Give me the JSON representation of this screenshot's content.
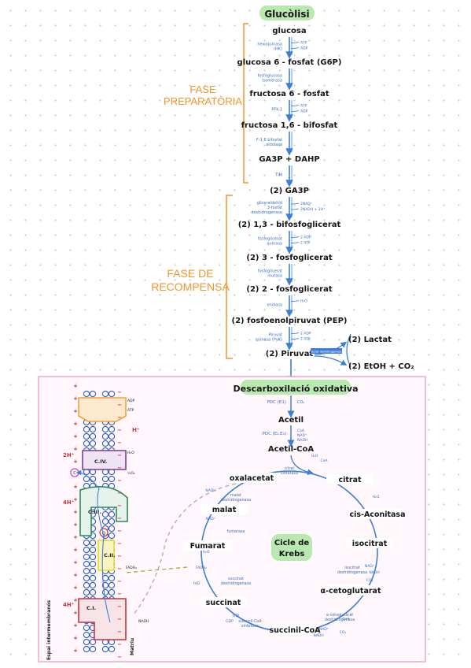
{
  "glycolysis": {
    "title": "Glucòlisi",
    "phase_prep": [
      "FASE",
      "PREPARATÒRIA"
    ],
    "phase_pay": [
      "FASE DE",
      "RECOMPENSA"
    ],
    "metabolites": [
      "glucosa",
      "glucosa 6 - fosfat (G6P)",
      "fructosa 6 - fosfat",
      "fructosa 1,6 - bifosfat",
      "GA3P + DAHP",
      "(2) GA3P",
      "(2) 1,3 - bifosfoglicerat",
      "(2) 3 - fosfoglicerat",
      "(2) 2 - fosfoglicerat",
      "(2) fosfoenolpiruvat (PEP)",
      "(2) Piruvat"
    ],
    "enzymes": [
      "hexoquinasa (HK)",
      "fosfoglucosa isomerasa",
      "PFK-1",
      "F-1,6 bifosfat aldolasa",
      "TIM",
      "gliceraldehid 3-fosfat deshidrogenasa",
      "fosfoglicerat quinasa",
      "fosfoglicerat mutasa",
      "enolasa",
      "Piruvat quinasa (PyK)"
    ],
    "side_labels": [
      [
        "ATP",
        "ADP"
      ],
      [],
      [
        "ATP",
        "ADP"
      ],
      [],
      [],
      [
        "2NAD⁺",
        "2NADH + 2H⁺"
      ],
      [
        "2 ADP",
        "2 ATP"
      ],
      [],
      [
        "H₂O"
      ],
      [
        "2 ADP",
        "2 ATP"
      ]
    ],
    "fermentation": {
      "lactate": "(2) Lactat",
      "ethanol": "(2) EtOH + CO₂",
      "enzyme": "lactat deshidrogenasa"
    }
  },
  "oxidative": {
    "title": "Descarboxilació oxidativa",
    "enzyme_pdc": "PDC (E1)",
    "co2": "CO₂",
    "acetil": "Acetil",
    "acetil_coa": "Acetil-CoA",
    "enzyme_pdc2": "PDC (E₂,E₃)",
    "side": [
      "CoA",
      "NAD⁺",
      "NADH"
    ]
  },
  "krebs": {
    "title": [
      "Cicle de",
      "Krebs"
    ],
    "metabolites": [
      "citrat",
      "cis-Aconitasa",
      "isocitrat",
      "α-cetoglutarat",
      "succinil-CoA",
      "succinat",
      "Fumarat",
      "malat",
      "oxalacetat"
    ],
    "enzymes": [
      "citrat sintetasa",
      "isocitrat deshidrogenasa",
      "α-cetoglutarat deshidrogenasa",
      "succinil-CoA sintetasa",
      "succinat deshidrogenasa",
      "fumarasa",
      "malat deshidrogenasa"
    ],
    "cofactors": [
      "H₂O",
      "CoA",
      "H₂O",
      "NAD⁺",
      "NADH",
      "CO₂",
      "CoA",
      "NAD⁺",
      "NADH",
      "CO₂",
      "GTP",
      "GDP",
      "FAD",
      "FADH₂",
      "H₂O",
      "NAD⁺",
      "NADH"
    ]
  },
  "etc": {
    "complexes": [
      "C.I.",
      "C.II.",
      "C.III.",
      "C.IV."
    ],
    "protons": [
      "4H⁺",
      "4H⁺",
      "2H⁺",
      "H⁺"
    ],
    "labels": {
      "intermembrane": "Espai intermembranós",
      "matrix": "Matriu",
      "nadh": "NADH",
      "fadh": "FADH₂",
      "q": "Q",
      "c": "C",
      "o2": "½O₂",
      "h2o": "H₂O",
      "adp": "ADP",
      "atp": "ATP"
    },
    "colors": {
      "c1": "#c8323c",
      "c2": "#e9d92b",
      "c3": "#2f8a5a",
      "c4": "#7b3f98",
      "atp_synthase": "#f2a23a",
      "membrane": "#2a5fbf",
      "box": "#f3a9c9"
    }
  }
}
